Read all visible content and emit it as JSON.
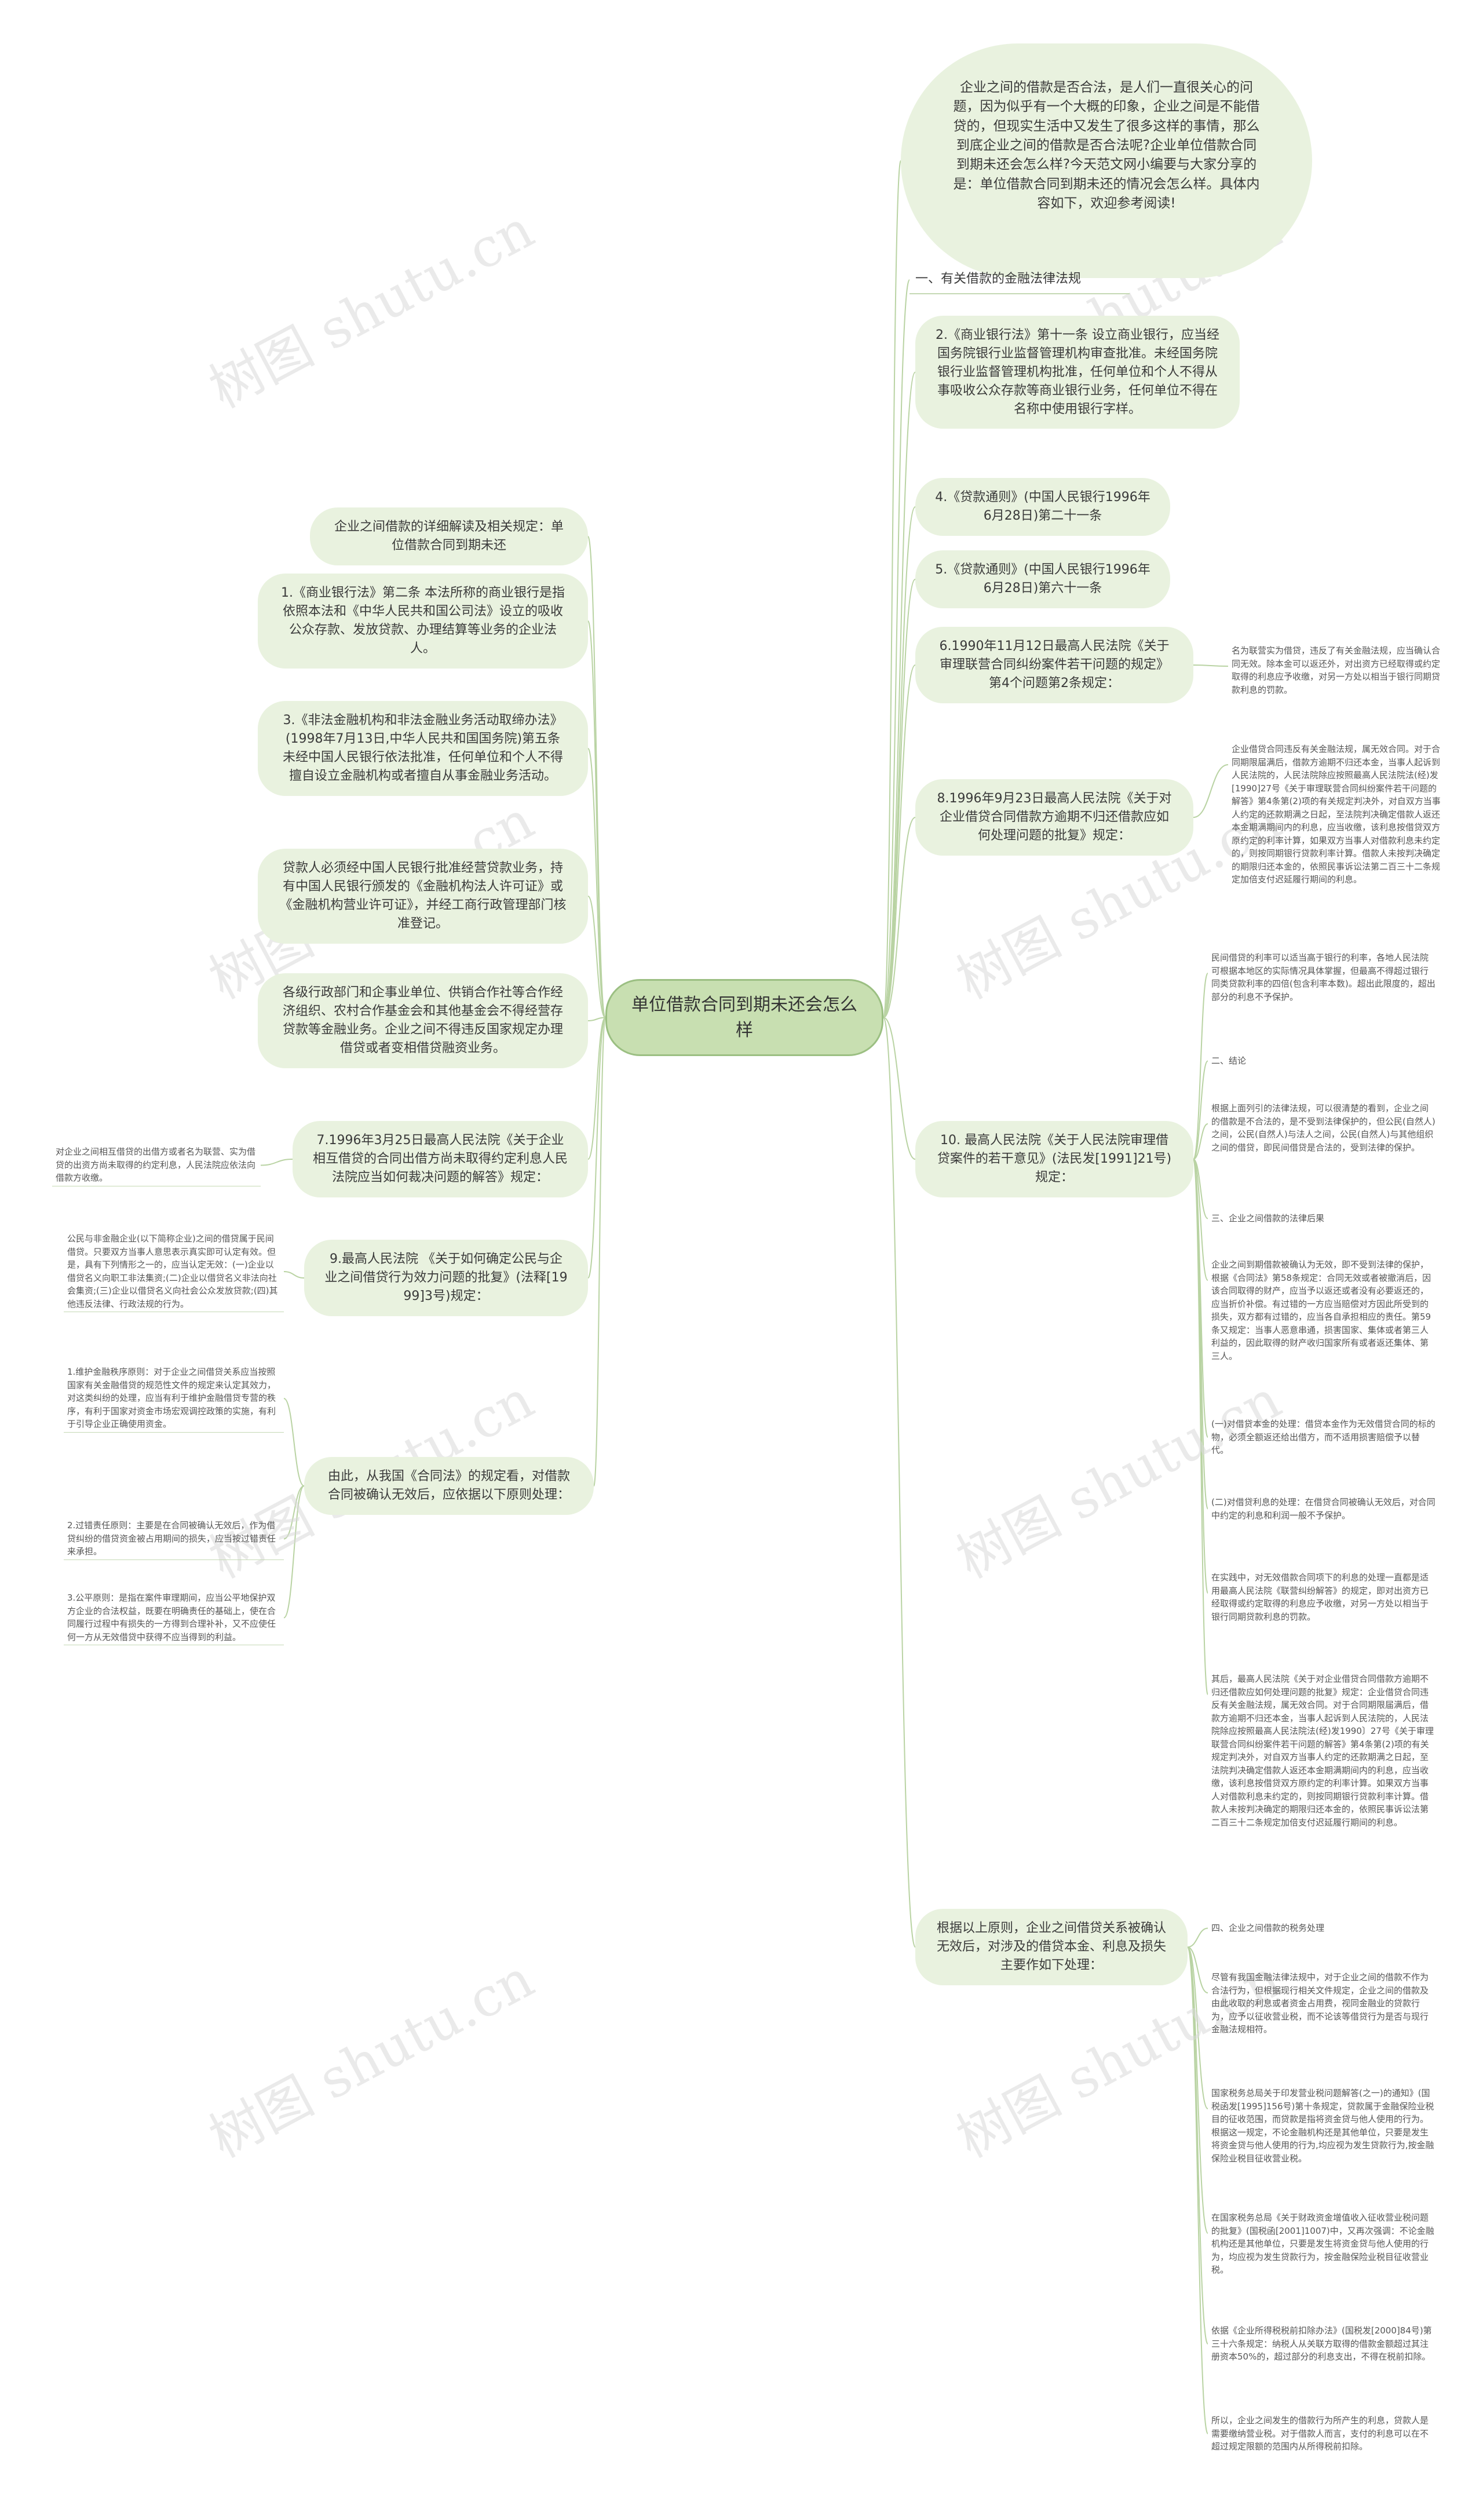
{
  "root": "单位借款合同到期未还会怎么样",
  "right": [
    "企业之间的借款是否合法，是人们一直很关心的问题，因为似乎有一个大概的印象，企业之间是不能借贷的，但现实生活中又发生了很多这样的事情，那么到底企业之间的借款是否合法呢?企业单位借款合同到期未还会怎么样?今天范文网小编要与大家分享的是：单位借款合同到期未还的情况会怎么样。具体内容如下，欢迎参考阅读!",
    "一、有关借款的金融法律法规",
    "2.《商业银行法》第十一条 设立商业银行，应当经国务院银行业监督管理机构审查批准。未经国务院银行业监督管理机构批准，任何单位和个人不得从事吸收公众存款等商业银行业务，任何单位不得在名称中使用银行字样。",
    "4.《贷款通则》(中国人民银行1996年6月28日)第二十一条",
    "5.《贷款通则》(中国人民银行1996年6月28日)第六十一条",
    "6.1990年11月12日最高人民法院《关于审理联营合同纠纷案件若干问题的规定》第4个问题第2条规定：",
    "8.1996年9月23日最高人民法院《关于对企业借贷合同借款方逾期不归还借款应如何处理问题的批复》规定：",
    "10. 最高人民法院《关于人民法院审理借贷案件的若干意见》(法民发[1991]21号)规定：",
    "根据以上原则，企业之间借贷关系被确认无效后，对涉及的借贷本金、利息及损失主要作如下处理："
  ],
  "left": [
    "企业之间借款的详细解读及相关规定：单位借款合同到期未还",
    "1.《商业银行法》第二条 本法所称的商业银行是指依照本法和《中华人民共和国公司法》设立的吸收公众存款、发放贷款、办理结算等业务的企业法人。",
    "3.《非法金融机构和非法金融业务活动取缔办法》(1998年7月13日,中华人民共和国国务院)第五条 未经中国人民银行依法批准，任何单位和个人不得擅自设立金融机构或者擅自从事金融业务活动。",
    "贷款人必须经中国人民银行批准经营贷款业务，持有中国人民银行颁发的《金融机构法人许可证》或《金融机构营业许可证》，并经工商行政管理部门核准登记。",
    "各级行政部门和企事业单位、供销合作社等合作经济组织、农村合作基金会和其他基金会不得经营存贷款等金融业务。企业之间不得违反国家规定办理借贷或者变相借贷融资业务。",
    "7.1996年3月25日最高人民法院《关于企业相互借贷的合同出借方尚未取得约定利息人民法院应当如何裁决问题的解答》规定：",
    "9.最高人民法院 《关于如何确定公民与企业之间借贷行为效力问题的批复》(法释[1999]3号)规定：",
    "由此，从我国《合同法》的规定看，对借款合同被确认无效后，应依据以下原则处理："
  ],
  "leaves_left": [
    "对企业之间相互借贷的出借方或者名为联营、实为借贷的出资方尚未取得的约定利息，人民法院应依法向借款方收缴。",
    "公民与非金融企业(以下简称企业)之间的借贷属于民间借贷。只要双方当事人意思表示真实即可认定有效。但是，具有下列情形之一的，应当认定无效：(一)企业以借贷名义向职工非法集资;(二)企业以借贷名义非法向社会集资;(三)企业以借贷名义向社会公众发放贷款;(四)其他违反法律、行政法规的行为。",
    "1.维护金融秩序原则：对于企业之间借贷关系应当按照国家有关金融借贷的规范性文件的规定来认定其效力，对这类纠纷的处理，应当有利于维护金融借贷专营的秩序，有利于国家对资金市场宏观调控政策的实施，有利于引导企业正确使用资金。",
    "2.过错责任原则：主要是在合同被确认无效后，作为借贷纠纷的借贷资金被占用期间的损失，应当按过错责任来承担。",
    "3.公平原则：是指在案件审理期间，应当公平地保护双方企业的合法权益，既要在明确责任的基础上，使在合同履行过程中有损失的一方得到合理补补，又不应使任何一方从无效借贷中获得不应当得到的利益。"
  ],
  "leaves_right": [
    "名为联营实为借贷，违反了有关金融法规，应当确认合同无效。除本金可以返还外，对出资方已经取得或约定取得的利息应予收缴，对另一方处以相当于银行同期贷款利息的罚款。",
    "企业借贷合同违反有关金融法规，属无效合同。对于合同期限届满后，借款方逾期不归还本金，当事人起诉到人民法院的，人民法院除应按照最高人民法院法(经)发[1990]27号《关于审理联营合同纠纷案件若干问题的解答》第4条第(2)项的有关规定判决外，对自双方当事人约定的还款期满之日起，至法院判决确定借款人返还本金期满期间内的利息，应当收缴，该利息按借贷双方原约定的利率计算，如果双方当事人对借款利息未约定的，则按同期银行贷款利率计算。借款人未按判决确定的期限归还本金的，依照民事诉讼法第二百三十二条规定加倍支付迟延履行期间的利息。",
    "民间借贷的利率可以适当高于银行的利率，各地人民法院可根据本地区的实际情况具体掌握，但最高不得超过银行同类贷款利率的四倍(包含利率本数)。超出此限度的，超出部分的利息不予保护。",
    "二、结论",
    "根据上面列引的法律法规，可以很清楚的看到，企业之间的借款是不合法的，是不受到法律保护的，但公民(自然人)之间，公民(自然人)与法人之间，公民(自然人)与其他组织之间的借贷，即民间借贷是合法的，受到法律的保护。",
    "三、企业之间借款的法律后果",
    "企业之间到期借款被确认为无效，即不受到法律的保护，根据《合同法》第58条规定：合同无效或者被撤消后，因该合同取得的财产，应当予以返还或者没有必要返还的，应当折价补偿。有过错的一方应当赔偿对方因此所受到的损失，双方都有过错的，应当各自承担相应的责任。第59条又规定：当事人恶意串通，损害国家、集体或者第三人利益的，因此取得的财产收归国家所有或者返还集体、第三人。",
    "(一)对借贷本金的处理：借贷本金作为无效借贷合同的标的物，必须全额返还给出借方，而不适用损害赔偿予以替代。",
    "(二)对借贷利息的处理：在借贷合同被确认无效后，对合同中约定的利息和利润一般不予保护。",
    "在实践中，对无效借款合同项下的利息的处理一直都是适用最高人民法院《联营纠纷解答》的规定，即对出资方已经取得或约定取得的利息应予收缴，对另一方处以相当于银行同期贷款利息的罚款。",
    "其后，最高人民法院《关于对企业借贷合同借款方逾期不归还借款应如何处理问题的批复》规定：企业借贷合同违反有关金融法规，属无效合同。对于合同期限届满后，借款方逾期不归还本金，当事人起诉到人民法院的，人民法院除应按照最高人民法院法(经)发1990〕27号《关于审理联营合同纠纷案件若干问题的解答》第4条第(2)项的有关规定判决外，对自双方当事人约定的还款期满之日起，至法院判决确定借款人返还本金期满期间内的利息，应当收缴，该利息按借贷双方原约定的利率计算。如果双方当事人对借款利息未约定的，则按同期银行贷款利率计算。借款人未按判决确定的期限归还本金的，依照民事诉讼法第二百三十二条规定加倍支付迟延履行期间的利息。",
    "四、企业之间借款的税务处理",
    "尽管有我国金融法律法规中，对于企业之间的借款不作为合法行为，但根据现行相关文件规定，企业之间的借款及由此收取的利息或者资金占用费，视同金融业的贷款行为，应予以征收营业税，而不论该等借贷行为是否与现行金融法规相符。",
    "国家税务总局关于印发营业税问题解答(之一)的通知》(国税函发[1995]156号)第十条规定，贷款属于金融保险业税目的征收范围，而贷款是指将资金贷与他人使用的行为。根据这一规定，不论金融机构还是其他单位，只要是发生将资金贷与他人使用的行为,均应视为发生贷款行为,按金融保险业税目征收营业税。",
    "在国家税务总局《关于财政资金增值收入征收营业税问题的批复》(国税函[2001]1007)中，又再次强调：不论金融机构还是其他单位，只要是发生将资金贷与他人使用的行为，均应视为发生贷款行为，按金融保险业税目征收营业税。",
    "依据《企业所得税税前扣除办法》(国税发[2000]84号)第三十六条规定：纳税人从关联方取得的借款金额超过其注册资本50%的，超过部分的利息支出，不得在税前扣除。",
    "所以，企业之间发生的借款行为所产生的利息，贷款人是需要缴纳营业税。对于借款人而言，支付的利息可以在不超过规定限额的范围内从所得税前扣除。"
  ],
  "watermark": "树图 shutu.cn",
  "colors": {
    "node_fill": "#e9f2df",
    "root_fill": "#c8dfb1",
    "edge": "#b9d3a3"
  }
}
